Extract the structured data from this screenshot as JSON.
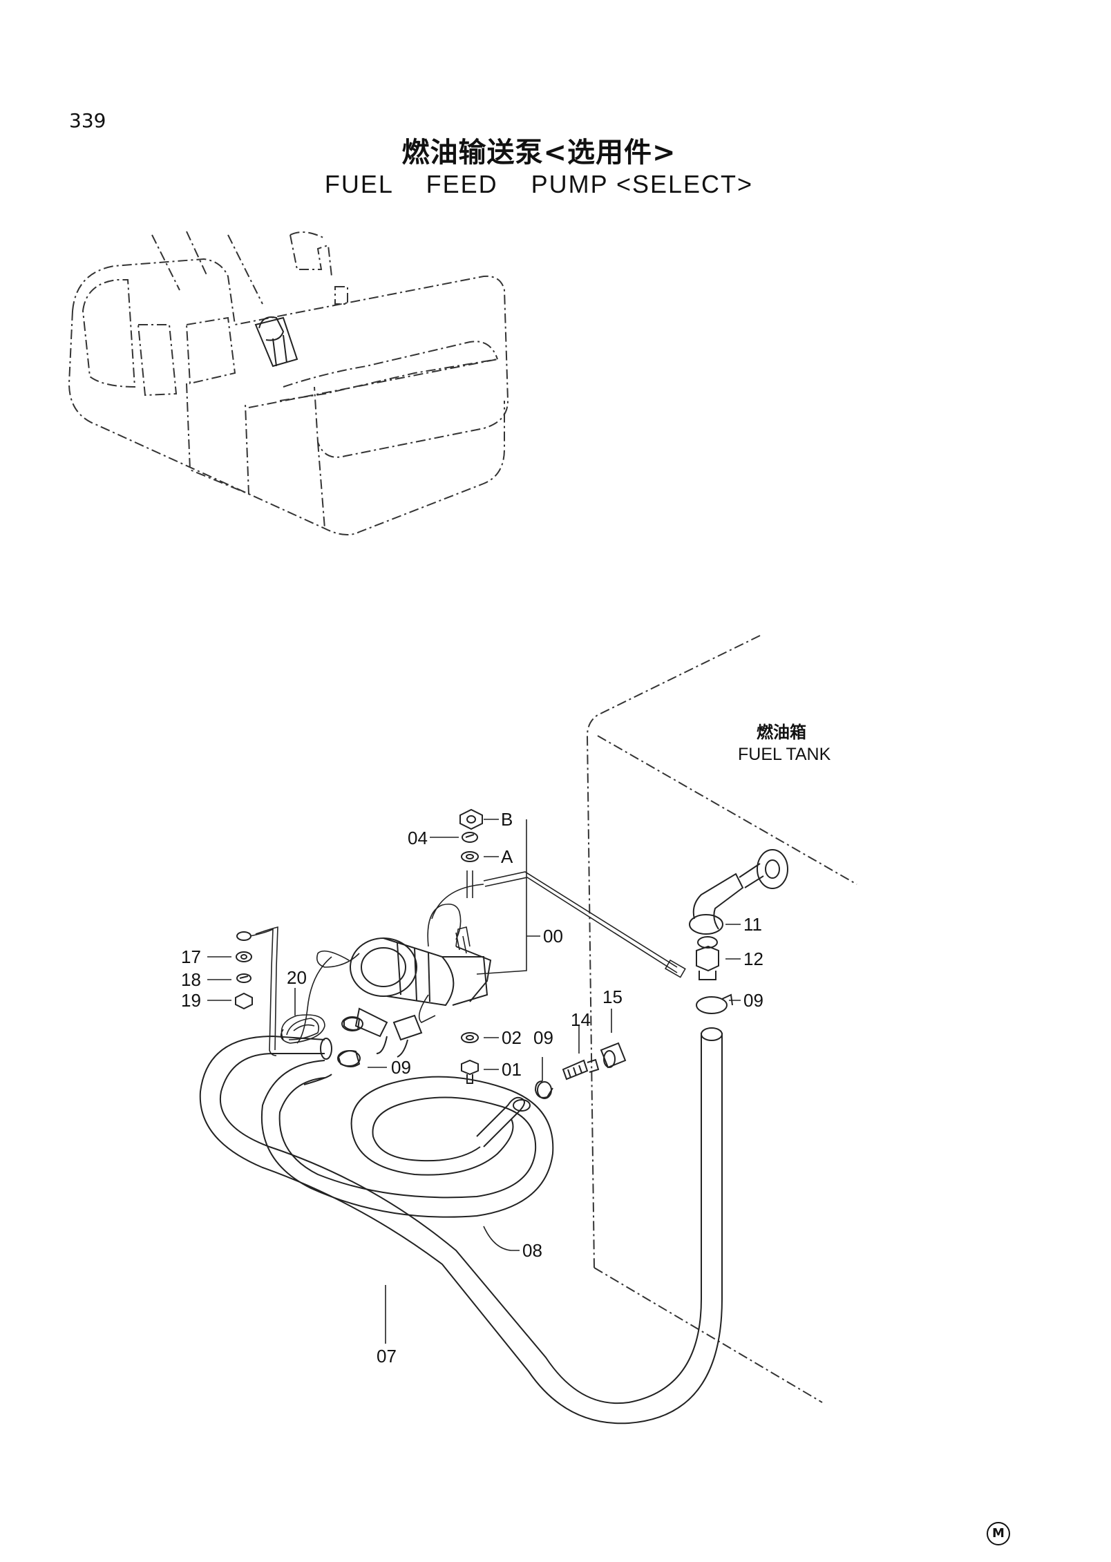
{
  "page": {
    "number": "339",
    "title_cn": "燃油输送泵<选用件>",
    "title_en": "FUEL    FEED    PUMP <SELECT>"
  },
  "labels": {
    "fuel_tank_cn": "燃油箱",
    "fuel_tank_en": "FUEL  TANK",
    "mark": "M"
  },
  "callouts": {
    "b": "B",
    "a": "A",
    "p04": "04",
    "p00": "00",
    "p11": "11",
    "p12": "12",
    "p09_right": "09",
    "p17": "17",
    "p18": "18",
    "p19": "19",
    "p20": "20",
    "p15": "15",
    "p14": "14",
    "p02": "02",
    "p09_mid": "09",
    "p01": "01",
    "p09_left": "09",
    "p08": "08",
    "p07": "07"
  }
}
